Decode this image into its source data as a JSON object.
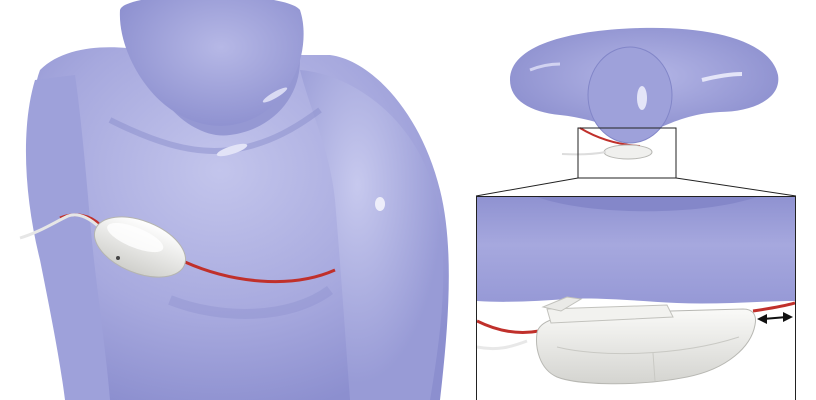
{
  "figure": {
    "panels": [
      {
        "id": "main-view",
        "description_name": "chest-front-view"
      },
      {
        "id": "top-view",
        "description_name": "top-down-view"
      },
      {
        "id": "zoom-view",
        "description_name": "zoomed-detail-view"
      }
    ],
    "colors": {
      "body": "#a7a9de",
      "body_shadow": "#7f82c4",
      "body_highlight": "#dfe0f6",
      "lead_wire": "#c0302b",
      "device": "#f1f1ef",
      "device_shadow": "#c8c8c4",
      "arrow": "#111111",
      "frame": "#222222",
      "background": "#ffffff"
    },
    "icons": [
      "double-arrow-icon",
      "zoom-indicator-box"
    ]
  }
}
